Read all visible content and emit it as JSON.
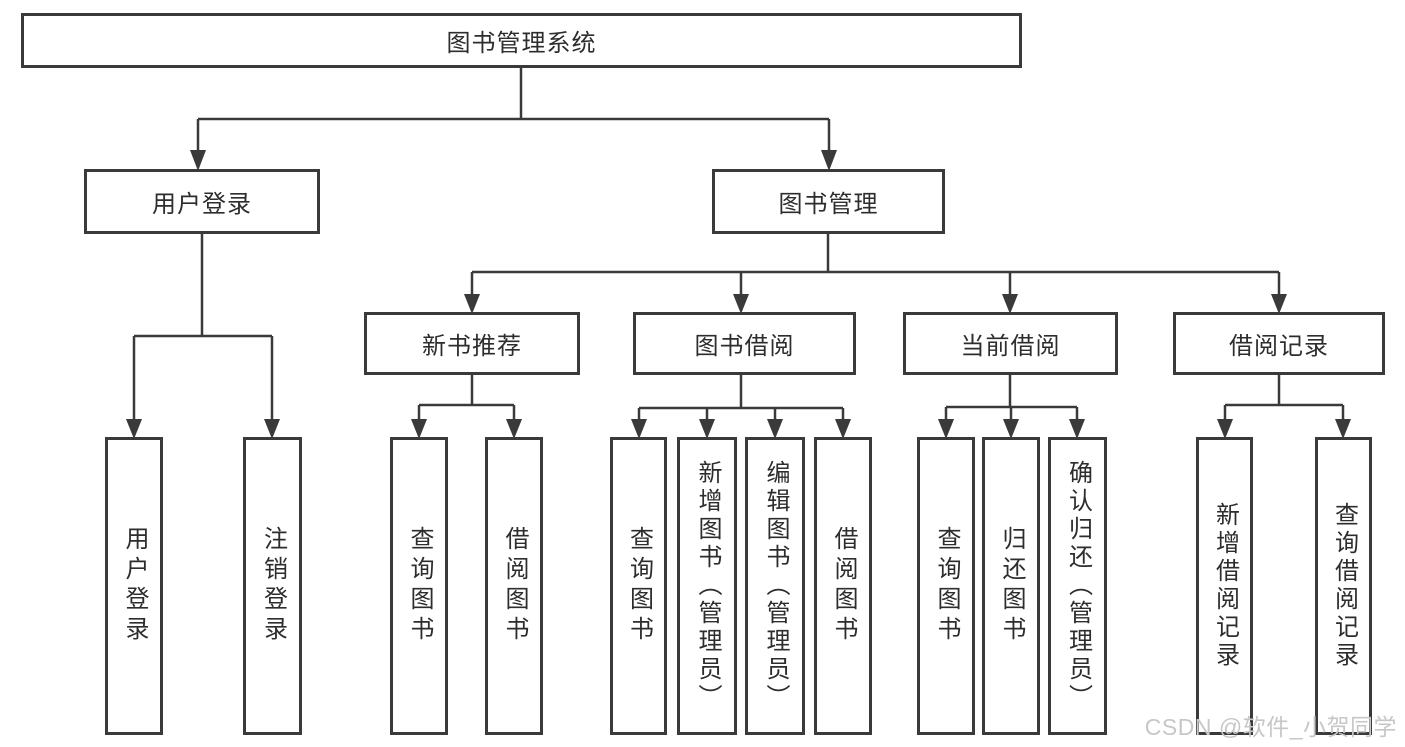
{
  "diagram_type": "hierarchy",
  "colors": {
    "background": "#ffffff",
    "box_border": "#3a3a3a",
    "connector_line": "#3a3a3a",
    "text": "#2d2d2d",
    "watermark": "#c7c7c7"
  },
  "watermark": {
    "text": "CSDN @软件_小贺同学"
  },
  "tree": {
    "label": "图书管理系统",
    "children": [
      {
        "label": "用户登录",
        "children": [
          {
            "label": "用户登录"
          },
          {
            "label": "注销登录"
          }
        ]
      },
      {
        "label": "图书管理",
        "children": [
          {
            "label": "新书推荐",
            "children": [
              {
                "label": "查询图书"
              },
              {
                "label": "借阅图书"
              }
            ]
          },
          {
            "label": "图书借阅",
            "children": [
              {
                "label": "查询图书"
              },
              {
                "label": "新增图书（管理员）"
              },
              {
                "label": "编辑图书（管理员）"
              },
              {
                "label": "借阅图书"
              }
            ]
          },
          {
            "label": "当前借阅",
            "children": [
              {
                "label": "查询图书"
              },
              {
                "label": "归还图书"
              },
              {
                "label": "确认归还（管理员）"
              }
            ]
          },
          {
            "label": "借阅记录",
            "children": [
              {
                "label": "新增借阅记录"
              },
              {
                "label": "查询借阅记录"
              }
            ]
          }
        ]
      }
    ]
  }
}
